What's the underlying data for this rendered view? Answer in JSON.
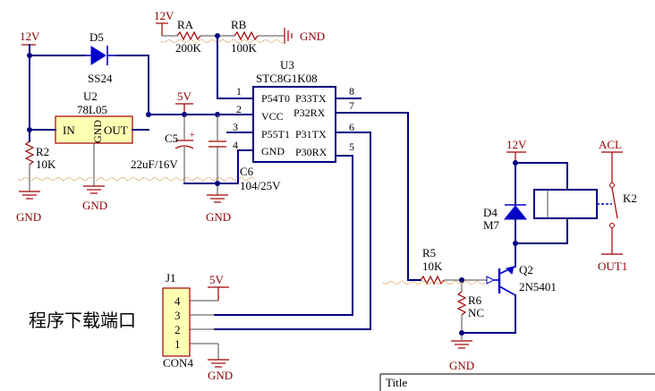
{
  "labels": {
    "v12_top": "12V",
    "v12_left": "12V",
    "v12_relay": "12V",
    "v5_main": "5V",
    "v5_j1": "5V",
    "gnd": "GND",
    "ra": "RA",
    "ra_val": "200K",
    "rb": "RB",
    "rb_val": "100K",
    "d5": "D5",
    "d5_val": "SS24",
    "u2": "U2",
    "u2_val": "78L05",
    "u2_in": "IN",
    "u2_out": "OUT",
    "u2_gnd": "GND",
    "r2": "R2",
    "r2_val": "10K",
    "c5": "C5",
    "c5_val": "22uF/16V",
    "c6": "C6",
    "c6_val": "104/25V",
    "u3": "U3",
    "u3_val": "STC8G1K08",
    "pin_names_left": [
      "P54T0",
      "VCC",
      "P55T1",
      "GND"
    ],
    "pin_names_right": [
      "P33TX",
      "P32RX",
      "P31TX",
      "P30RX"
    ],
    "pin_nums_left": [
      "1",
      "2",
      "3",
      "4"
    ],
    "pin_nums_right": [
      "8",
      "7",
      "6",
      "5"
    ],
    "d4": "D4",
    "d4_val": "M7",
    "k2": "K2",
    "acl": "ACL",
    "out1": "OUT1",
    "r5": "R5",
    "r5_val": "10K",
    "r6": "R6",
    "r6_val": "NC",
    "q2": "Q2",
    "q2_val": "2N5401",
    "j1": "J1",
    "j1_val": "CON4",
    "j1_pins": [
      "4",
      "3",
      "2",
      "1"
    ],
    "download_port": "程序下载端口",
    "title": "Title"
  }
}
